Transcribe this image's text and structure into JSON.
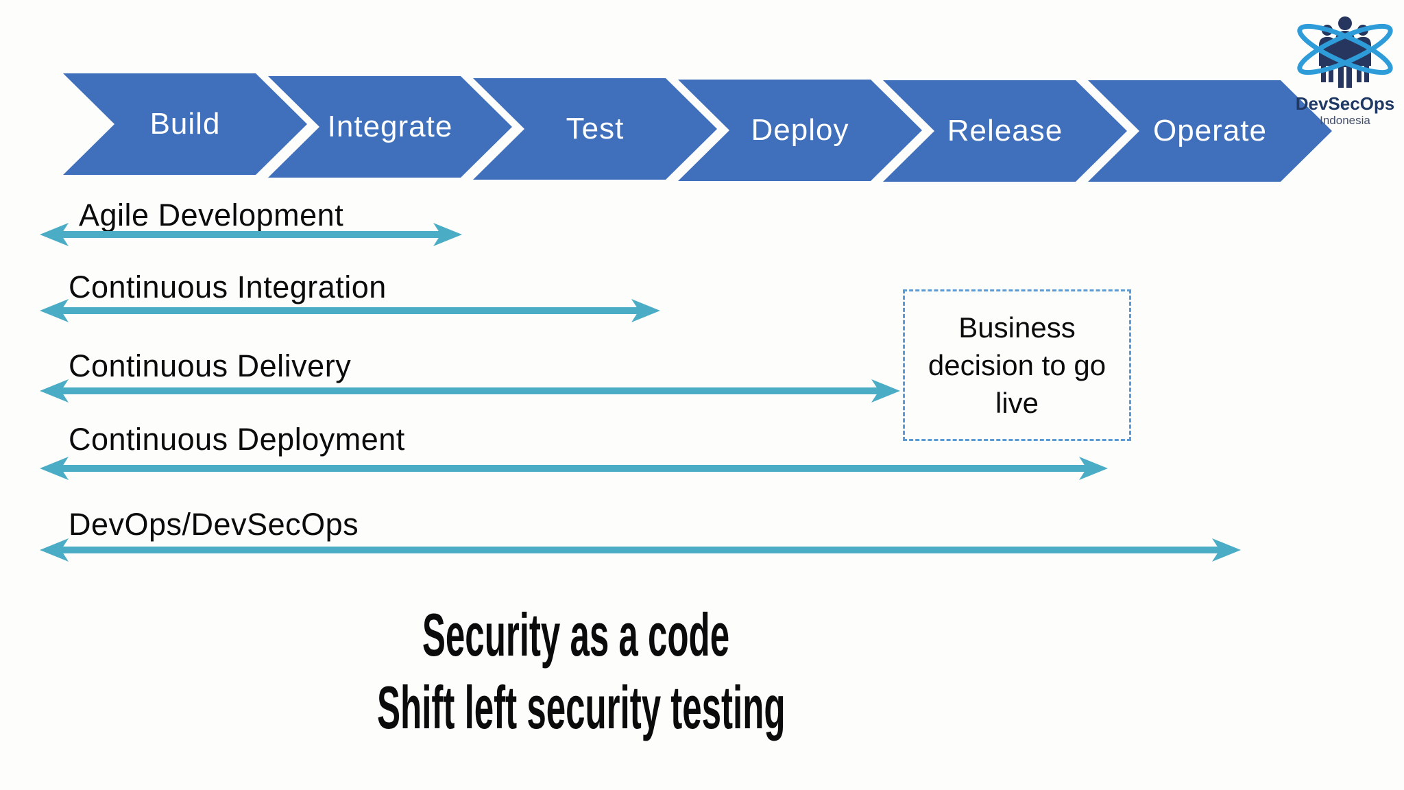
{
  "pipeline": {
    "stages": [
      "Build",
      "Integrate",
      "Test",
      "Deploy",
      "Release",
      "Operate"
    ]
  },
  "timeline_rows": [
    {
      "label": "Agile Development"
    },
    {
      "label": "Continuous Integration"
    },
    {
      "label": "Continuous Delivery"
    },
    {
      "label": "Continuous Deployment"
    },
    {
      "label": "DevOps/DevSecOps"
    }
  ],
  "decision_box": {
    "line1": "Business",
    "line2": "decision to go",
    "line3": "live"
  },
  "footer": {
    "line1": "Security as a code",
    "line2": "Shift left security testing"
  },
  "logo": {
    "title": "DevSecOps",
    "subtitle": "Indonesia"
  },
  "icons": {
    "double_arrow": "double-headed-arrow",
    "logo_mark": "three-people-with-orbits"
  },
  "colors": {
    "chevron_blue": "#4070BC",
    "arrow_teal": "#4BACC6",
    "decision_border_blue": "#5B9BD5",
    "logo_navy": "#26365E",
    "logo_orbit_blue": "#2D9CD8",
    "text_black": "#0b0b0b",
    "chevron_text_white": "#ffffff"
  }
}
